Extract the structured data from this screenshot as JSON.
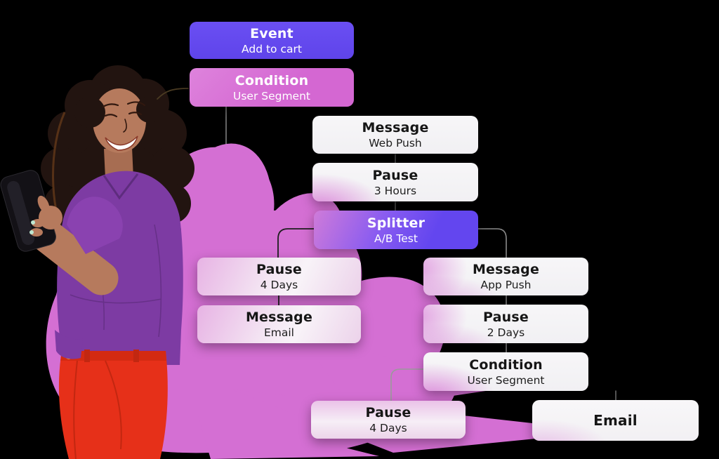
{
  "app": {
    "background": "#000000"
  },
  "palette": {
    "purple": "#6247ee",
    "pink": "#d467d2",
    "card": "#f5f4f6",
    "text_dark": "#1c1c1c",
    "text_light": "#ffffff"
  },
  "illustration": {
    "alt": "Smiling woman with curly hair in a purple shirt and red trousers holding a smartphone in front of a pink flower shape"
  },
  "flow": {
    "nodes": [
      {
        "id": "event",
        "title": "Event",
        "subtitle": "Add to cart"
      },
      {
        "id": "condition-top",
        "title": "Condition",
        "subtitle": "User Segment"
      },
      {
        "id": "message-web-push",
        "title": "Message",
        "subtitle": "Web Push"
      },
      {
        "id": "pause-3-hours",
        "title": "Pause",
        "subtitle": "3 Hours"
      },
      {
        "id": "splitter-ab-test",
        "title": "Splitter",
        "subtitle": "A/B Test"
      },
      {
        "id": "pause-4-days-a",
        "title": "Pause",
        "subtitle": "4 Days"
      },
      {
        "id": "message-email",
        "title": "Message",
        "subtitle": "Email"
      },
      {
        "id": "message-app-push",
        "title": "Message",
        "subtitle": "App Push"
      },
      {
        "id": "pause-2-days",
        "title": "Pause",
        "subtitle": "2 Days"
      },
      {
        "id": "condition-bottom",
        "title": "Condition",
        "subtitle": "User Segment"
      },
      {
        "id": "pause-4-days-b",
        "title": "Pause",
        "subtitle": "4 Days"
      },
      {
        "id": "email-final",
        "title": "Email",
        "subtitle": ""
      }
    ]
  }
}
